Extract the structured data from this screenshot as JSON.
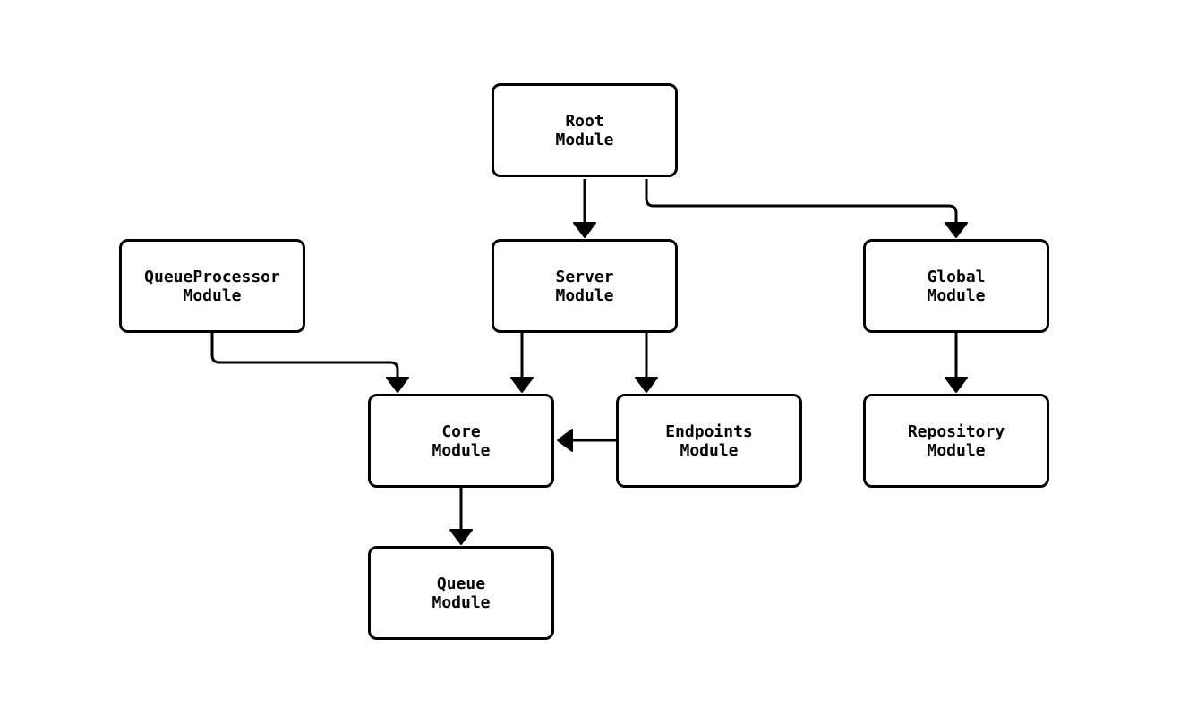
{
  "diagram": {
    "type": "module-dependency-graph",
    "background_color": "#ffffff",
    "node_fill_color": "#ffffff",
    "node_border_color": "#000000",
    "edge_color": "#000000",
    "text_color": "#000000",
    "nodes": {
      "root": {
        "line1": "Root",
        "line2": "Module"
      },
      "queueProcessor": {
        "line1": "QueueProcessor",
        "line2": "Module"
      },
      "server": {
        "line1": "Server",
        "line2": "Module"
      },
      "global": {
        "line1": "Global",
        "line2": "Module"
      },
      "core": {
        "line1": "Core",
        "line2": "Module"
      },
      "endpoints": {
        "line1": "Endpoints",
        "line2": "Module"
      },
      "repository": {
        "line1": "Repository",
        "line2": "Module"
      },
      "queue": {
        "line1": "Queue",
        "line2": "Module"
      }
    },
    "edges": [
      {
        "from": "Root Module",
        "to": "Server Module"
      },
      {
        "from": "Root Module",
        "to": "Global Module"
      },
      {
        "from": "QueueProcessor Module",
        "to": "Core Module"
      },
      {
        "from": "Server Module",
        "to": "Core Module"
      },
      {
        "from": "Server Module",
        "to": "Endpoints Module"
      },
      {
        "from": "Endpoints Module",
        "to": "Core Module"
      },
      {
        "from": "Global Module",
        "to": "Repository Module"
      },
      {
        "from": "Core Module",
        "to": "Queue Module"
      }
    ]
  }
}
